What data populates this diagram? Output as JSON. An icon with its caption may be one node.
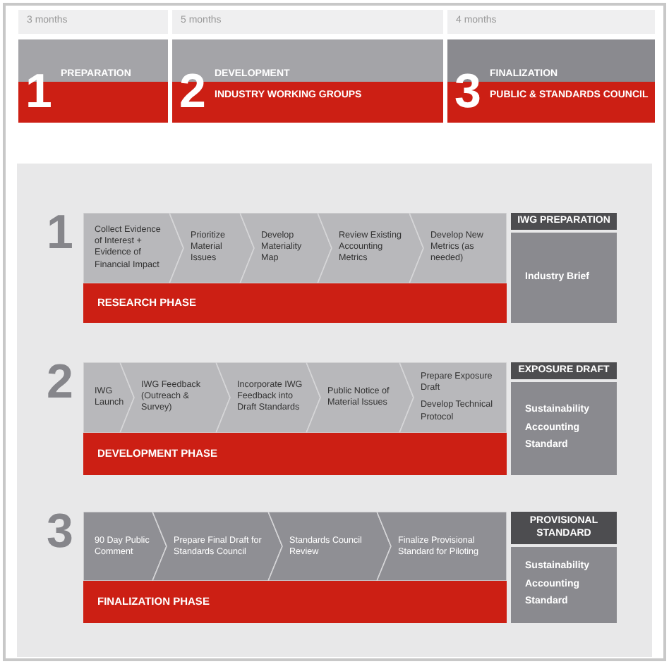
{
  "diagram": {
    "nodes": [
      {
        "text": [
          "1",
          "PREPARATION"
        ],
        "beside": [
          "3 months"
        ]
      },
      {
        "text": [
          "2",
          "DEVELOPMENT",
          "INDUSTRY WORKING GROUPS"
        ],
        "beside": [
          "5 months"
        ]
      },
      {
        "text": [
          "3",
          "FINALIZATION",
          "PUBLIC & STANDARDS COUNCIL"
        ],
        "beside": [
          "4 months"
        ]
      },
      {
        "text": [
          "RESEARCH PHASE"
        ],
        "beside": [
          "1"
        ]
      },
      {
        "text": [
          "Collect Evidence of Interest + Evidence of Financial Impact"
        ],
        "in": 3
      },
      {
        "text": [
          "Prioritize Material Issues"
        ],
        "in": 3
      },
      {
        "text": [
          "Develop Materiality Map"
        ],
        "in": 3
      },
      {
        "text": [
          "Review Existing Accounting Metrics"
        ],
        "in": 3
      },
      {
        "text": [
          "Develop New Metrics (as needed)"
        ],
        "in": 3
      },
      {
        "text": [
          "IWG PREPARATION",
          "Industry Brief"
        ]
      },
      {
        "text": [
          "DEVELOPMENT PHASE"
        ],
        "beside": [
          "2"
        ]
      },
      {
        "text": [
          "IWG Launch"
        ],
        "in": 10
      },
      {
        "text": [
          "IWG Feedback (Outreach & Survey)"
        ],
        "in": 10
      },
      {
        "text": [
          "Incorporate IWG Feedback into Draft Standards"
        ],
        "in": 10
      },
      {
        "text": [
          "Public Notice of Material Issues"
        ],
        "in": 10
      },
      {
        "text": [
          "Prepare Exposure Draft",
          "Develop Technical Protocol"
        ],
        "in": 10
      },
      {
        "text": [
          "EXPOSURE DRAFT",
          "Sustainability Accounting Standard"
        ]
      },
      {
        "text": [
          "FINALIZATION PHASE"
        ],
        "beside": [
          "3"
        ]
      },
      {
        "text": [
          "90 Day Public Comment"
        ],
        "in": 17
      },
      {
        "text": [
          "Prepare Final Draft for Standards Council"
        ],
        "in": 17
      },
      {
        "text": [
          "Standards Council Review"
        ],
        "in": 17
      },
      {
        "text": [
          "Finalize Provisional Standard for Piloting"
        ],
        "in": 17
      },
      {
        "text": [
          "PROVISIONAL STANDARD",
          "Sustainability Accounting Standard"
        ]
      }
    ]
  }
}
